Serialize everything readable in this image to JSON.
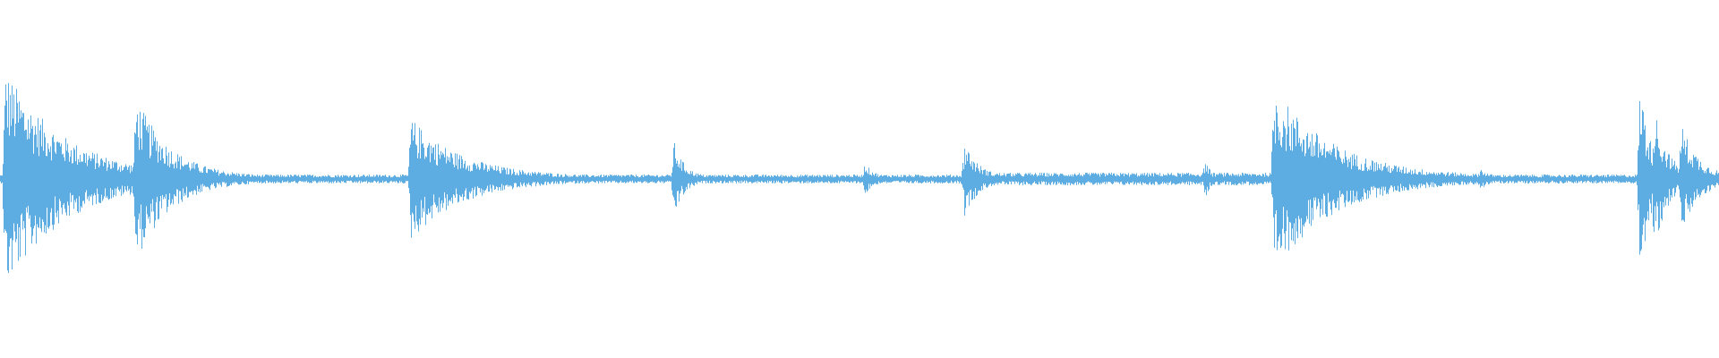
{
  "chart_data": {
    "type": "waveform",
    "color": "#5dade2",
    "background": "#ffffff",
    "amplitude_range": [
      -1,
      1
    ],
    "baseline_noise": 0.025,
    "events": [
      {
        "onset": 0.003,
        "peak": 0.6,
        "decay": 0.035
      },
      {
        "onset": 0.079,
        "peak": 0.45,
        "decay": 0.02
      },
      {
        "onset": 0.239,
        "peak": 0.33,
        "decay": 0.03
      },
      {
        "onset": 0.392,
        "peak": 0.2,
        "decay": 0.006
      },
      {
        "onset": 0.503,
        "peak": 0.08,
        "decay": 0.005
      },
      {
        "onset": 0.561,
        "peak": 0.2,
        "decay": 0.008
      },
      {
        "onset": 0.701,
        "peak": 0.1,
        "decay": 0.003
      },
      {
        "onset": 0.741,
        "peak": 0.5,
        "decay": 0.035
      },
      {
        "onset": 0.861,
        "peak": 0.05,
        "decay": 0.005
      },
      {
        "onset": 0.954,
        "peak": 0.55,
        "decay": 0.006
      },
      {
        "onset": 0.962,
        "peak": 0.4,
        "decay": 0.008
      },
      {
        "onset": 0.978,
        "peak": 0.3,
        "decay": 0.01
      }
    ],
    "sustained_noise": [
      {
        "from": 0.565,
        "to": 0.74,
        "level": 0.035
      }
    ]
  }
}
